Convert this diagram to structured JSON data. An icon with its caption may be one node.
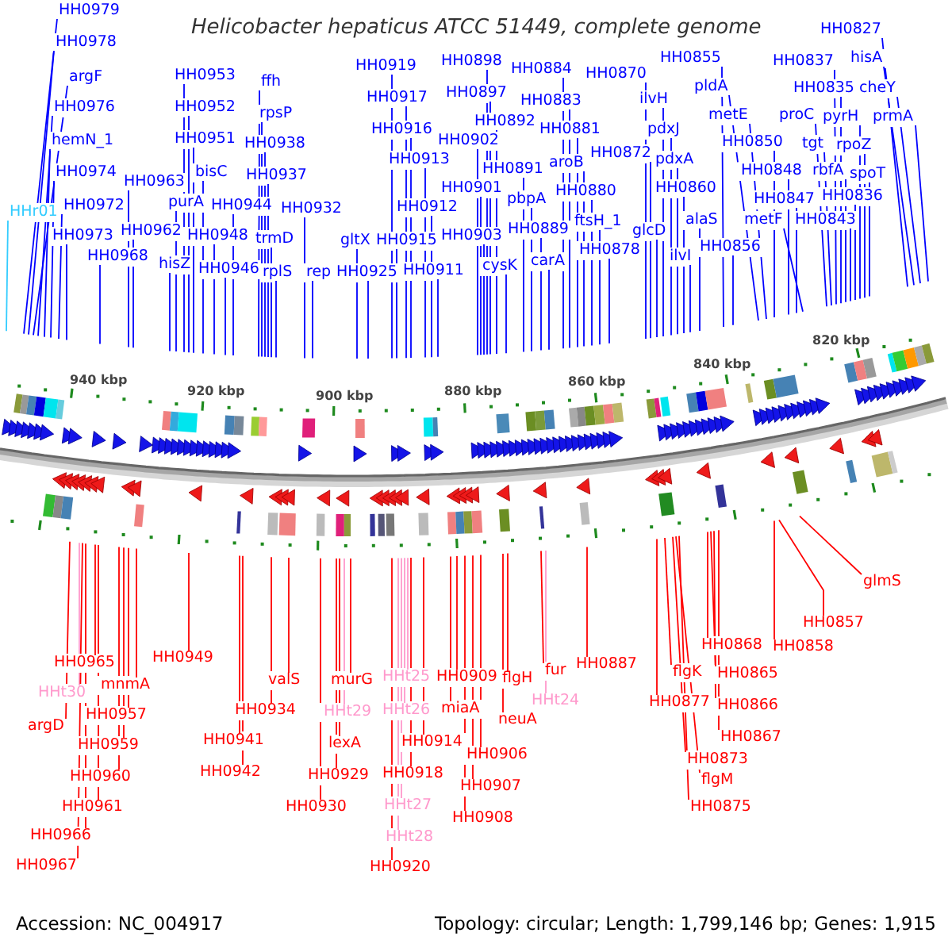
{
  "diagram": {
    "title": "Helicobacter hepaticus ATCC 51449, complete genome",
    "nodes": [
      {
        "text": [
          "HH0979"
        ]
      },
      {
        "text": [
          "HH0978"
        ]
      },
      {
        "text": [
          "argF"
        ]
      },
      {
        "text": [
          "HH0976"
        ]
      },
      {
        "text": [
          "hemN_1"
        ]
      },
      {
        "text": [
          "HH0974"
        ]
      },
      {
        "text": [
          "HH0972"
        ]
      },
      {
        "text": [
          "HHr01"
        ]
      },
      {
        "text": [
          "HH0973"
        ]
      },
      {
        "text": [
          "HH0968"
        ]
      },
      {
        "text": [
          "HH0963"
        ]
      },
      {
        "text": [
          "HH0962"
        ]
      },
      {
        "text": [
          "HH0953"
        ]
      },
      {
        "text": [
          "HH0952"
        ]
      },
      {
        "text": [
          "HH0951"
        ]
      },
      {
        "text": [
          "bisC"
        ]
      },
      {
        "text": [
          "purA"
        ]
      },
      {
        "text": [
          "HH0944"
        ]
      },
      {
        "text": [
          "HH0948"
        ]
      },
      {
        "text": [
          "hisZ"
        ]
      },
      {
        "text": [
          "HH0946"
        ]
      },
      {
        "text": [
          "ffh"
        ]
      },
      {
        "text": [
          "rpsP"
        ]
      },
      {
        "text": [
          "HH0938"
        ]
      },
      {
        "text": [
          "HH0937"
        ]
      },
      {
        "text": [
          "HH0932"
        ]
      },
      {
        "text": [
          "trmD"
        ]
      },
      {
        "text": [
          "rplS"
        ]
      },
      {
        "text": [
          "rep"
        ]
      },
      {
        "text": [
          "HH0919"
        ]
      },
      {
        "text": [
          "HH0917"
        ]
      },
      {
        "text": [
          "HH0916"
        ]
      },
      {
        "text": [
          "HH0913"
        ]
      },
      {
        "text": [
          "HH0912"
        ]
      },
      {
        "text": [
          "gltX"
        ]
      },
      {
        "text": [
          "HH0915"
        ]
      },
      {
        "text": [
          "HH0925"
        ]
      },
      {
        "text": [
          "HH0911"
        ]
      },
      {
        "text": [
          "HH0898"
        ]
      },
      {
        "text": [
          "HH0897"
        ]
      },
      {
        "text": [
          "HH0892"
        ]
      },
      {
        "text": [
          "HH0902"
        ]
      },
      {
        "text": [
          "HH0891"
        ]
      },
      {
        "text": [
          "HH0901"
        ]
      },
      {
        "text": [
          "pbpA"
        ]
      },
      {
        "text": [
          "HH0889"
        ]
      },
      {
        "text": [
          "HH0903"
        ]
      },
      {
        "text": [
          "carA"
        ]
      },
      {
        "text": [
          "cysK"
        ]
      },
      {
        "text": [
          "HH0884"
        ]
      },
      {
        "text": [
          "HH0870"
        ]
      },
      {
        "text": [
          "HH0883"
        ]
      },
      {
        "text": [
          "HH0881"
        ]
      },
      {
        "text": [
          "HH0872"
        ]
      },
      {
        "text": [
          "aroB"
        ]
      },
      {
        "text": [
          "HH0880"
        ]
      },
      {
        "text": [
          "ftsH_1"
        ]
      },
      {
        "text": [
          "glcD"
        ]
      },
      {
        "text": [
          "HH0878"
        ]
      },
      {
        "text": [
          "HH0855"
        ]
      },
      {
        "text": [
          "pldA"
        ]
      },
      {
        "text": [
          "ilvH"
        ]
      },
      {
        "text": [
          "metE"
        ]
      },
      {
        "text": [
          "pdxJ"
        ]
      },
      {
        "text": [
          "HH0850"
        ]
      },
      {
        "text": [
          "pdxA"
        ]
      },
      {
        "text": [
          "HH0848"
        ]
      },
      {
        "text": [
          "HH0860"
        ]
      },
      {
        "text": [
          "HH0847"
        ]
      },
      {
        "text": [
          "alaS"
        ]
      },
      {
        "text": [
          "metF"
        ]
      },
      {
        "text": [
          "HH0856"
        ]
      },
      {
        "text": [
          "ilvI"
        ]
      },
      {
        "text": [
          "HH0837"
        ]
      },
      {
        "text": [
          "HH0835"
        ]
      },
      {
        "text": [
          "proC"
        ]
      },
      {
        "text": [
          "pyrH"
        ]
      },
      {
        "text": [
          "tgt"
        ]
      },
      {
        "text": [
          "rpoZ"
        ]
      },
      {
        "text": [
          "rbfA"
        ]
      },
      {
        "text": [
          "spoT"
        ]
      },
      {
        "text": [
          "HH0836"
        ]
      },
      {
        "text": [
          "HH0843"
        ]
      },
      {
        "text": [
          "HH0827"
        ]
      },
      {
        "text": [
          "hisA"
        ]
      },
      {
        "text": [
          "cheY"
        ]
      },
      {
        "text": [
          "prmA"
        ]
      },
      {
        "text": [
          "HH0965"
        ]
      },
      {
        "text": [
          "HHt30"
        ]
      },
      {
        "text": [
          "mnmA"
        ]
      },
      {
        "text": [
          "argD"
        ]
      },
      {
        "text": [
          "HH0957"
        ]
      },
      {
        "text": [
          "HH0959"
        ]
      },
      {
        "text": [
          "HH0960"
        ]
      },
      {
        "text": [
          "HH0961"
        ]
      },
      {
        "text": [
          "HH0966"
        ]
      },
      {
        "text": [
          "HH0967"
        ]
      },
      {
        "text": [
          "HH0949"
        ]
      },
      {
        "text": [
          "valS"
        ]
      },
      {
        "text": [
          "HH0934"
        ]
      },
      {
        "text": [
          "HH0941"
        ]
      },
      {
        "text": [
          "HH0942"
        ]
      },
      {
        "text": [
          "murG"
        ]
      },
      {
        "text": [
          "HHt29"
        ]
      },
      {
        "text": [
          "lexA"
        ]
      },
      {
        "text": [
          "HH0929"
        ]
      },
      {
        "text": [
          "HH0930"
        ]
      },
      {
        "text": [
          "HHt25"
        ]
      },
      {
        "text": [
          "HHt26"
        ]
      },
      {
        "text": [
          "HH0914"
        ]
      },
      {
        "text": [
          "HH0918"
        ]
      },
      {
        "text": [
          "HHt27"
        ]
      },
      {
        "text": [
          "HHt28"
        ]
      },
      {
        "text": [
          "HH0920"
        ]
      },
      {
        "text": [
          "HH0909"
        ]
      },
      {
        "text": [
          "miaA"
        ]
      },
      {
        "text": [
          "HH0906"
        ]
      },
      {
        "text": [
          "HH0907"
        ]
      },
      {
        "text": [
          "HH0908"
        ]
      },
      {
        "text": [
          "flgH"
        ]
      },
      {
        "text": [
          "neuA"
        ]
      },
      {
        "text": [
          "fur"
        ]
      },
      {
        "text": [
          "HHt24"
        ]
      },
      {
        "text": [
          "HH0887"
        ]
      },
      {
        "text": [
          "glmS"
        ]
      },
      {
        "text": [
          "HH0857"
        ]
      },
      {
        "text": [
          "HH0858"
        ]
      },
      {
        "text": [
          "HH0868"
        ]
      },
      {
        "text": [
          "HH0865"
        ]
      },
      {
        "text": [
          "HH0866"
        ]
      },
      {
        "text": [
          "HH0867"
        ]
      },
      {
        "text": [
          "flgK"
        ]
      },
      {
        "text": [
          "HH0877"
        ]
      },
      {
        "text": [
          "HH0873"
        ]
      },
      {
        "text": [
          "flgM"
        ]
      },
      {
        "text": [
          "HH0875"
        ]
      }
    ],
    "edges": [
      {
        "from": 0,
        "to": null,
        "arrow": "none"
      },
      {
        "from": 1,
        "to": null,
        "arrow": "none"
      },
      {
        "from": 2,
        "to": null,
        "arrow": "none"
      },
      {
        "from": 3,
        "to": null,
        "arrow": "none"
      },
      {
        "from": 4,
        "to": null,
        "arrow": "none"
      },
      {
        "from": 5,
        "to": null,
        "arrow": "none"
      },
      {
        "from": 6,
        "to": null,
        "arrow": "none"
      },
      {
        "from": 7,
        "to": null,
        "arrow": "none",
        "color": "#33ccff"
      },
      {
        "from": 8,
        "to": null,
        "arrow": "none"
      },
      {
        "from": 9,
        "to": null,
        "arrow": "none"
      },
      {
        "from": 10,
        "to": null,
        "arrow": "none"
      },
      {
        "from": 11,
        "to": null,
        "arrow": "none"
      },
      {
        "from": 12,
        "to": null,
        "arrow": "none"
      },
      {
        "from": 13,
        "to": null,
        "arrow": "none"
      },
      {
        "from": 14,
        "to": null,
        "arrow": "none"
      },
      {
        "from": 15,
        "to": null,
        "arrow": "none"
      },
      {
        "from": 16,
        "to": null,
        "arrow": "none"
      },
      {
        "from": 17,
        "to": null,
        "arrow": "none"
      },
      {
        "from": 18,
        "to": null,
        "arrow": "none"
      },
      {
        "from": 19,
        "to": null,
        "arrow": "none"
      },
      {
        "from": 20,
        "to": null,
        "arrow": "none"
      },
      {
        "from": 21,
        "to": null,
        "arrow": "none"
      },
      {
        "from": 22,
        "to": null,
        "arrow": "none"
      },
      {
        "from": 23,
        "to": null,
        "arrow": "none"
      },
      {
        "from": 24,
        "to": null,
        "arrow": "none"
      },
      {
        "from": 25,
        "to": null,
        "arrow": "none"
      },
      {
        "from": 26,
        "to": null,
        "arrow": "none"
      },
      {
        "from": 27,
        "to": null,
        "arrow": "none"
      },
      {
        "from": 28,
        "to": null,
        "arrow": "none"
      },
      {
        "from": 29,
        "to": null,
        "arrow": "none"
      },
      {
        "from": 30,
        "to": null,
        "arrow": "none"
      },
      {
        "from": 31,
        "to": null,
        "arrow": "none"
      },
      {
        "from": 32,
        "to": null,
        "arrow": "none"
      },
      {
        "from": 33,
        "to": null,
        "arrow": "none"
      },
      {
        "from": 34,
        "to": null,
        "arrow": "none"
      },
      {
        "from": 35,
        "to": null,
        "arrow": "none"
      },
      {
        "from": 36,
        "to": null,
        "arrow": "none"
      },
      {
        "from": 37,
        "to": null,
        "arrow": "none"
      },
      {
        "from": 38,
        "to": null,
        "arrow": "none"
      },
      {
        "from": 39,
        "to": null,
        "arrow": "none"
      },
      {
        "from": 40,
        "to": null,
        "arrow": "none"
      },
      {
        "from": 41,
        "to": null,
        "arrow": "none"
      },
      {
        "from": 42,
        "to": null,
        "arrow": "none"
      },
      {
        "from": 43,
        "to": null,
        "arrow": "none"
      },
      {
        "from": 44,
        "to": null,
        "arrow": "none"
      },
      {
        "from": 45,
        "to": null,
        "arrow": "none"
      },
      {
        "from": 46,
        "to": null,
        "arrow": "none"
      },
      {
        "from": 47,
        "to": null,
        "arrow": "none"
      },
      {
        "from": 48,
        "to": null,
        "arrow": "none"
      },
      {
        "from": 49,
        "to": null,
        "arrow": "none"
      },
      {
        "from": 50,
        "to": null,
        "arrow": "none"
      },
      {
        "from": 51,
        "to": null,
        "arrow": "none"
      },
      {
        "from": 52,
        "to": null,
        "arrow": "none"
      },
      {
        "from": 53,
        "to": null,
        "arrow": "none"
      },
      {
        "from": 54,
        "to": null,
        "arrow": "none"
      },
      {
        "from": 55,
        "to": null,
        "arrow": "none"
      },
      {
        "from": 56,
        "to": null,
        "arrow": "none"
      },
      {
        "from": 57,
        "to": null,
        "arrow": "none"
      },
      {
        "from": 58,
        "to": null,
        "arrow": "none"
      },
      {
        "from": 59,
        "to": null,
        "arrow": "none"
      },
      {
        "from": 60,
        "to": null,
        "arrow": "none"
      },
      {
        "from": 61,
        "to": null,
        "arrow": "none"
      },
      {
        "from": 62,
        "to": null,
        "arrow": "none"
      },
      {
        "from": 63,
        "to": null,
        "arrow": "none"
      },
      {
        "from": 64,
        "to": null,
        "arrow": "none"
      },
      {
        "from": 65,
        "to": null,
        "arrow": "none"
      },
      {
        "from": 66,
        "to": null,
        "arrow": "none"
      },
      {
        "from": 67,
        "to": null,
        "arrow": "none"
      },
      {
        "from": 68,
        "to": null,
        "arrow": "none"
      },
      {
        "from": 69,
        "to": null,
        "arrow": "none"
      },
      {
        "from": 70,
        "to": null,
        "arrow": "none"
      },
      {
        "from": 71,
        "to": null,
        "arrow": "none"
      },
      {
        "from": 72,
        "to": null,
        "arrow": "none"
      },
      {
        "from": 73,
        "to": null,
        "arrow": "none"
      },
      {
        "from": 74,
        "to": null,
        "arrow": "none"
      },
      {
        "from": 75,
        "to": null,
        "arrow": "none"
      },
      {
        "from": 76,
        "to": null,
        "arrow": "none"
      },
      {
        "from": 77,
        "to": null,
        "arrow": "none"
      },
      {
        "from": 78,
        "to": null,
        "arrow": "none"
      },
      {
        "from": 79,
        "to": null,
        "arrow": "none"
      },
      {
        "from": 80,
        "to": null,
        "arrow": "none"
      },
      {
        "from": 81,
        "to": null,
        "arrow": "none"
      },
      {
        "from": 82,
        "to": null,
        "arrow": "none"
      },
      {
        "from": 83,
        "to": null,
        "arrow": "none"
      },
      {
        "from": 84,
        "to": null,
        "arrow": "none"
      },
      {
        "from": 85,
        "to": null,
        "arrow": "none"
      },
      {
        "from": 86,
        "to": null,
        "arrow": "none"
      },
      {
        "from": 87,
        "to": null,
        "arrow": "none",
        "color": "#ff0000"
      },
      {
        "from": 88,
        "to": null,
        "arrow": "none",
        "color": "#ff99cc"
      },
      {
        "from": 89,
        "to": null,
        "arrow": "none",
        "color": "#ff0000"
      },
      {
        "from": 90,
        "to": null,
        "arrow": "none",
        "color": "#ff0000"
      },
      {
        "from": 91,
        "to": null,
        "arrow": "none",
        "color": "#ff0000"
      },
      {
        "from": 92,
        "to": null,
        "arrow": "none",
        "color": "#ff0000"
      },
      {
        "from": 93,
        "to": null,
        "arrow": "none",
        "color": "#ff0000"
      },
      {
        "from": 94,
        "to": null,
        "arrow": "none",
        "color": "#ff0000"
      },
      {
        "from": 95,
        "to": null,
        "arrow": "none",
        "color": "#ff0000"
      },
      {
        "from": 96,
        "to": null,
        "arrow": "none",
        "color": "#ff0000"
      },
      {
        "from": 97,
        "to": null,
        "arrow": "none",
        "color": "#ff0000"
      },
      {
        "from": 98,
        "to": null,
        "arrow": "none",
        "color": "#ff0000"
      },
      {
        "from": 99,
        "to": null,
        "arrow": "none",
        "color": "#ff0000"
      },
      {
        "from": 100,
        "to": null,
        "arrow": "none",
        "color": "#ff0000"
      },
      {
        "from": 101,
        "to": null,
        "arrow": "none",
        "color": "#ff0000"
      },
      {
        "from": 102,
        "to": null,
        "arrow": "none",
        "color": "#ff0000"
      },
      {
        "from": 103,
        "to": null,
        "arrow": "none",
        "color": "#ff99cc"
      },
      {
        "from": 104,
        "to": null,
        "arrow": "none",
        "color": "#ff0000"
      },
      {
        "from": 105,
        "to": null,
        "arrow": "none",
        "color": "#ff0000"
      },
      {
        "from": 106,
        "to": null,
        "arrow": "none",
        "color": "#ff0000"
      },
      {
        "from": 107,
        "to": null,
        "arrow": "none",
        "color": "#ff99cc"
      },
      {
        "from": 108,
        "to": null,
        "arrow": "none",
        "color": "#ff99cc"
      },
      {
        "from": 109,
        "to": null,
        "arrow": "none",
        "color": "#ff0000"
      },
      {
        "from": 110,
        "to": null,
        "arrow": "none",
        "color": "#ff0000"
      },
      {
        "from": 111,
        "to": null,
        "arrow": "none",
        "color": "#ff99cc"
      },
      {
        "from": 112,
        "to": null,
        "arrow": "none",
        "color": "#ff99cc"
      },
      {
        "from": 113,
        "to": null,
        "arrow": "none",
        "color": "#ff0000"
      },
      {
        "from": 114,
        "to": null,
        "arrow": "none",
        "color": "#ff0000"
      },
      {
        "from": 115,
        "to": null,
        "arrow": "none",
        "color": "#ff0000"
      },
      {
        "from": 116,
        "to": null,
        "arrow": "none",
        "color": "#ff0000"
      },
      {
        "from": 117,
        "to": null,
        "arrow": "none",
        "color": "#ff0000"
      },
      {
        "from": 118,
        "to": null,
        "arrow": "none",
        "color": "#ff0000"
      },
      {
        "from": 119,
        "to": null,
        "arrow": "none",
        "color": "#ff0000"
      },
      {
        "from": 120,
        "to": null,
        "arrow": "none",
        "color": "#ff0000"
      },
      {
        "from": 121,
        "to": null,
        "arrow": "none",
        "color": "#ff0000"
      },
      {
        "from": 122,
        "to": null,
        "arrow": "none",
        "color": "#ff99cc"
      },
      {
        "from": 123,
        "to": null,
        "arrow": "none",
        "color": "#ff0000"
      },
      {
        "from": 124,
        "to": null,
        "arrow": "none",
        "color": "#ff0000"
      },
      {
        "from": 125,
        "to": null,
        "arrow": "none",
        "color": "#ff0000"
      },
      {
        "from": 126,
        "to": null,
        "arrow": "none",
        "color": "#ff0000"
      },
      {
        "from": 127,
        "to": null,
        "arrow": "none",
        "color": "#ff0000"
      },
      {
        "from": 128,
        "to": null,
        "arrow": "none",
        "color": "#ff0000"
      },
      {
        "from": 129,
        "to": null,
        "arrow": "none",
        "color": "#ff0000"
      },
      {
        "from": 130,
        "to": null,
        "arrow": "none",
        "color": "#ff0000"
      },
      {
        "from": 131,
        "to": null,
        "arrow": "none",
        "color": "#ff0000"
      },
      {
        "from": 132,
        "to": null,
        "arrow": "none",
        "color": "#ff0000"
      },
      {
        "from": 133,
        "to": null,
        "arrow": "none",
        "color": "#ff0000"
      },
      {
        "from": 134,
        "to": null,
        "arrow": "none",
        "color": "#ff0000"
      },
      {
        "from": 135,
        "to": null,
        "arrow": "none",
        "color": "#ff0000"
      }
    ],
    "labels": [
      "940 kbp",
      "920 kbp",
      "900 kbp",
      "880 kbp",
      "860 kbp",
      "840 kbp",
      "820 kbp",
      "Accession: NC_004917",
      "Topology: circular; Length: 1,799,146 bp; Genes: 1,915"
    ]
  }
}
